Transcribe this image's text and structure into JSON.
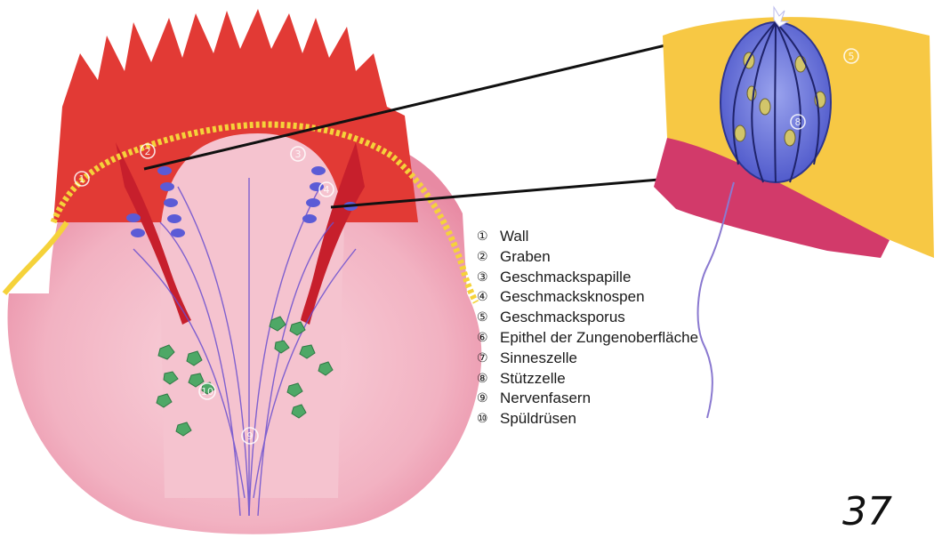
{
  "legend": [
    {
      "number": "①",
      "label": "Wall"
    },
    {
      "number": "②",
      "label": "Graben"
    },
    {
      "number": "③",
      "label": "Geschmackspapille"
    },
    {
      "number": "④",
      "label": "Geschmacksknospen"
    },
    {
      "number": "⑤",
      "label": "Geschmacksporus"
    },
    {
      "number": "⑥",
      "label": "Epithel der Zungenoberfläche"
    },
    {
      "number": "⑦",
      "label": "Sinneszelle"
    },
    {
      "number": "⑧",
      "label": "Stützzelle"
    },
    {
      "number": "⑨",
      "label": "Nervenfasern"
    },
    {
      "number": "⑩",
      "label": "Spüldrüsen"
    }
  ],
  "diagram_markers": [
    "1",
    "2",
    "3",
    "4",
    "10",
    "9",
    "5",
    "8"
  ],
  "page_number": "37",
  "colors": {
    "tissue_pink": "#f4b8c8",
    "tissue_red": "#e8342c",
    "epithelium_yellow": "#f5d23a",
    "bud_blue": "#5b5bd6",
    "gland_green": "#4ea866",
    "inset_yellow": "#f7c844",
    "inset_magenta": "#d23a6a"
  }
}
